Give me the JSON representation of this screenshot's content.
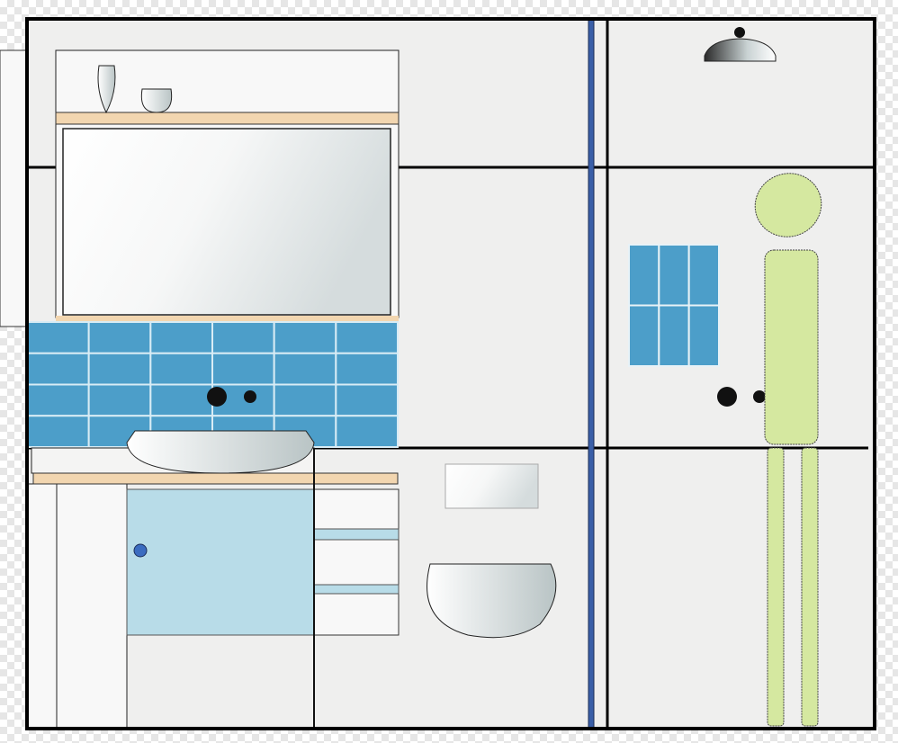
{
  "colors": {
    "wall": "#efefee",
    "outline": "#000000",
    "tile": "#4c9ec9",
    "grout": "#d8ecf5",
    "wood_shelf": "#f2d6b0",
    "cabinet_door": "#b8dce8",
    "pipe": "#3a5fa8",
    "person": "#d5e8a0",
    "knob": "#3b6cc0"
  },
  "elements": {
    "tile_rows": 4,
    "tile_cols": 6,
    "window_rows": 2,
    "window_cols": 3
  }
}
